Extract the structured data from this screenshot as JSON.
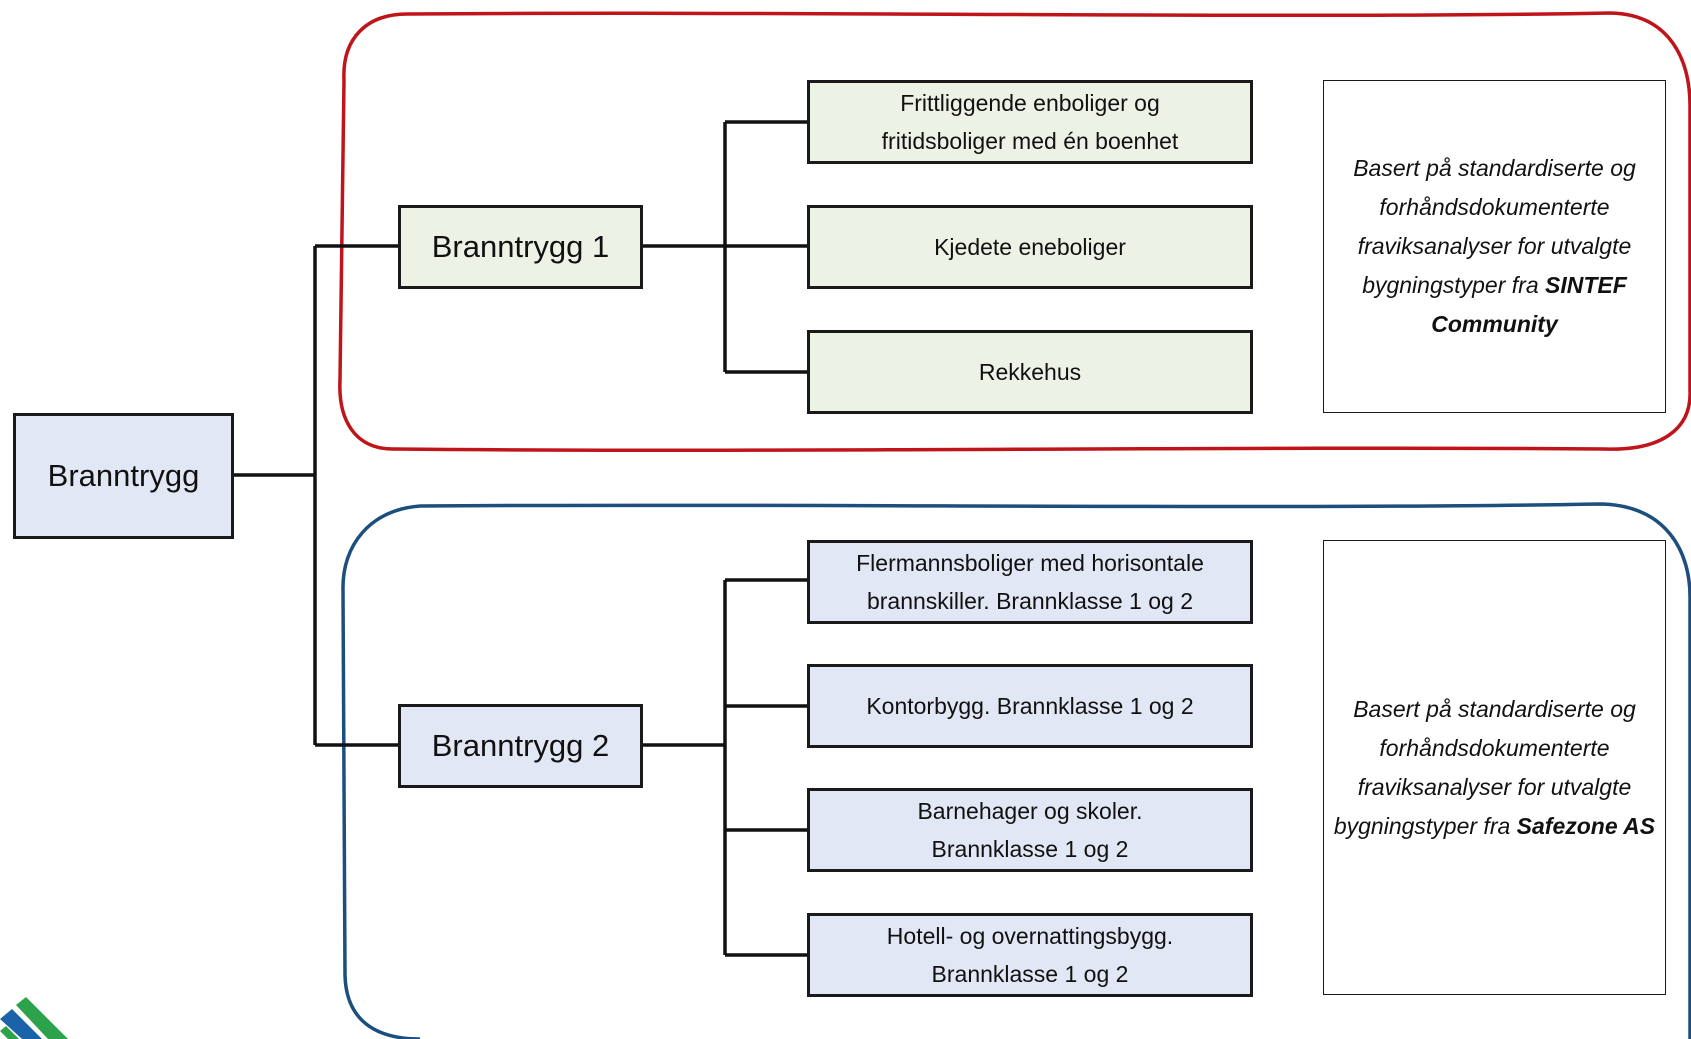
{
  "colors": {
    "group1_border": "#c0141b",
    "group2_border": "#1d4e7e",
    "group1_fill": "#ecf3e6",
    "group2_fill": "#e2e7f5",
    "root_fill": "#e2e7f5",
    "logo_green": "#2ca24a",
    "logo_blue": "#1a63a8"
  },
  "root": {
    "label": "Branntrygg"
  },
  "groups": [
    {
      "label": "Branntrygg 1",
      "items": [
        {
          "line1": "Frittliggende enboliger og",
          "line2": "fritidsboliger med én boenhet"
        },
        {
          "line1": "Kjedete eneboliger",
          "line2": ""
        },
        {
          "line1": "Rekkehus",
          "line2": ""
        }
      ],
      "note": {
        "text": "Basert på standardiserte og forhåndsdokumenterte fraviksanalyser for utvalgte bygningstyper fra ",
        "source": "SINTEF Community"
      }
    },
    {
      "label": "Branntrygg 2",
      "items": [
        {
          "line1": "Flermannsboliger med horisontale",
          "line2": "brannskiller. Brannklasse 1 og 2"
        },
        {
          "line1": "Kontorbygg. Brannklasse 1 og 2",
          "line2": ""
        },
        {
          "line1": "Barnehager og skoler.",
          "line2": "Brannklasse 1 og 2"
        },
        {
          "line1": "Hotell- og overnattingsbygg.",
          "line2": "Brannklasse 1 og 2"
        }
      ],
      "note": {
        "text": "Basert på standardiserte og forhåndsdokumenterte fraviksanalyser for utvalgte bygningstyper fra ",
        "source": "Safezone AS"
      }
    }
  ]
}
